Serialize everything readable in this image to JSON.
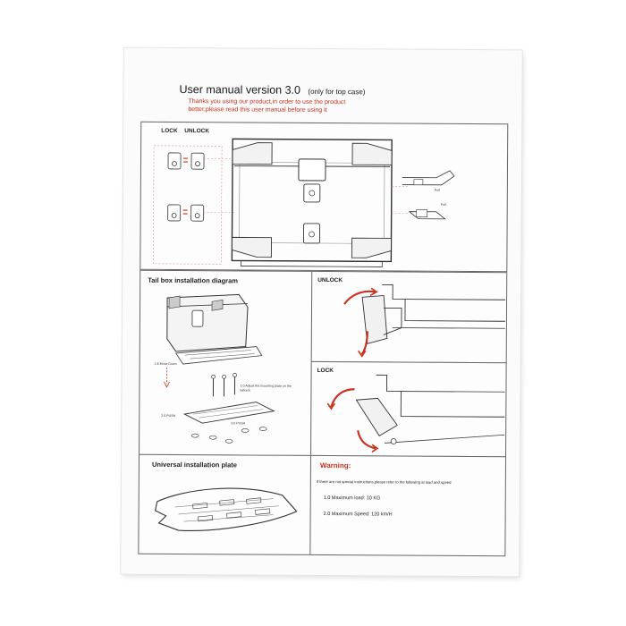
{
  "manual": {
    "title": "User manual  version 3.0",
    "title_note": "(only for top case)",
    "intro_line1": "Thanks you using our product,in order to use the product",
    "intro_line2": "better,please read this user manual before using it"
  },
  "lock_panel": {
    "lock_label": "LOCK",
    "unlock_label": "UNLOCK",
    "pull_label_1": "Pull",
    "pull_label_2": "Pull"
  },
  "tail_panel": {
    "title": "Tail box installation diagram",
    "step_move_down": "2.8 Move Down",
    "step_adjust": "1.0 Adjust the mounting plate on the tailrack",
    "step_push_a": "2.0 PUSH",
    "step_push_b": "3.0 PUSH"
  },
  "unlock_panel": {
    "title": "UNLOCK"
  },
  "locked_panel": {
    "title": "LOCK"
  },
  "plate_panel": {
    "title": "Universal installation plate"
  },
  "warning_panel": {
    "title": "Warning:",
    "note": "If there are not special instructions,please refer to the following at load and speed",
    "item_1": "1.0 Maximum load: 10 KG",
    "item_2": "2.0 Maximum Speed: 120 km/H"
  },
  "colors": {
    "accent_red": "#c8321f",
    "line_gray": "#666666",
    "paper": "#fbfbfb"
  }
}
